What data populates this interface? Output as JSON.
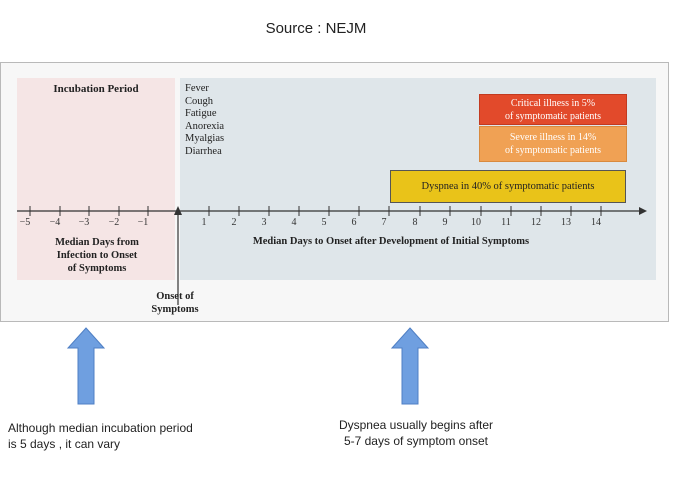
{
  "header": {
    "source": "Source : NEJM"
  },
  "diagram": {
    "incubation_title": "Incubation Period",
    "symptoms": [
      "Fever",
      "Cough",
      "Fatigue",
      "Anorexia",
      "Myalgias",
      "Diarrhea"
    ],
    "bars": {
      "critical": {
        "line1": "Critical illness in 5%",
        "line2": "of symptomatic patients",
        "color": "#e24a2b"
      },
      "severe": {
        "line1": "Severe illness in 14%",
        "line2": "of symptomatic patients",
        "color": "#f0a154"
      },
      "dyspnea": {
        "label": "Dyspnea in 40% of symptomatic patients",
        "color": "#e9c319"
      }
    },
    "axis": {
      "ticks": [
        "−5",
        "−4",
        "−3",
        "−2",
        "−1",
        "1",
        "2",
        "3",
        "4",
        "5",
        "6",
        "7",
        "8",
        "9",
        "10",
        "11",
        "12",
        "13",
        "14"
      ],
      "left_caption": [
        "Median Days from",
        "Infection to Onset",
        "of Symptoms"
      ],
      "right_caption": "Median Days to Onset after Development of Initial Symptoms"
    },
    "onset_label": [
      "Onset of",
      "Symptoms"
    ],
    "colors": {
      "incubation_bg": "#f5e5e5",
      "symptom_bg": "#dfe6ea",
      "arrow": "#6f9fe0"
    }
  },
  "notes": {
    "left": [
      "Although median incubation period",
      "is 5 days , it can vary"
    ],
    "right": [
      "Dyspnea usually begins after",
      "5-7 days of symptom onset"
    ]
  }
}
